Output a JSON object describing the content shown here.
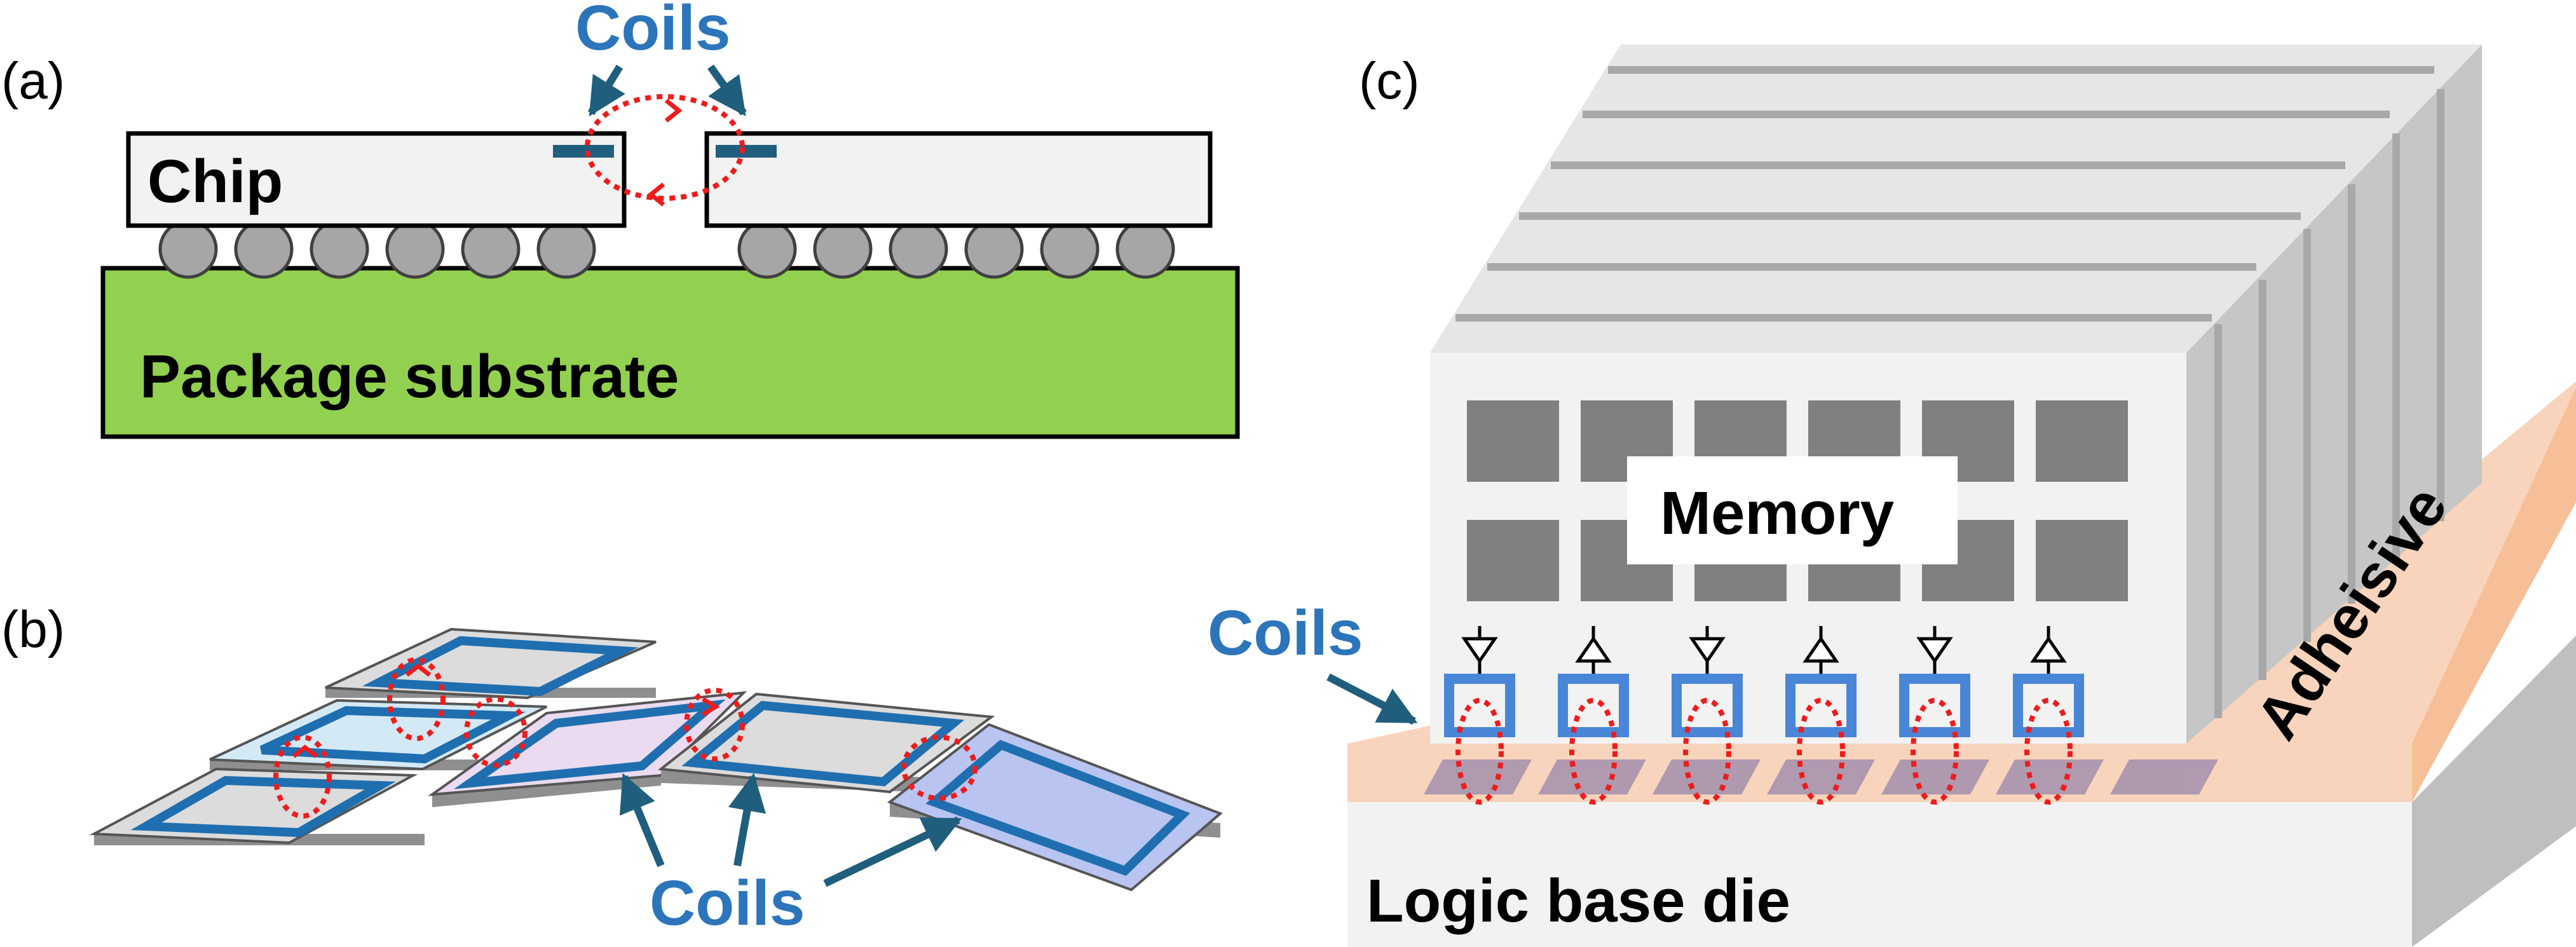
{
  "colors": {
    "coil_text": "#2c75bb",
    "pointer": "#1f5e7d",
    "substrate": "#92d050",
    "chip_fill": "#f2f2f2",
    "bump": "#a6a6a6",
    "field_loop": "#ee1c1c",
    "coil_blue": "#4a86d8",
    "adhesive": "#f8cdb0",
    "memory_block": "#808080"
  },
  "panel_a": {
    "label": "(a)",
    "coils_label": "Coils",
    "chip_label": "Chip",
    "substrate_label": "Package substrate"
  },
  "panel_b": {
    "label": "(b)",
    "coils_label": "Coils"
  },
  "panel_c": {
    "label": "(c)",
    "memory_label": "Memory",
    "coils_label": "Coils",
    "adhesive_label": "Adheisive",
    "base_label": "Logic base die"
  }
}
